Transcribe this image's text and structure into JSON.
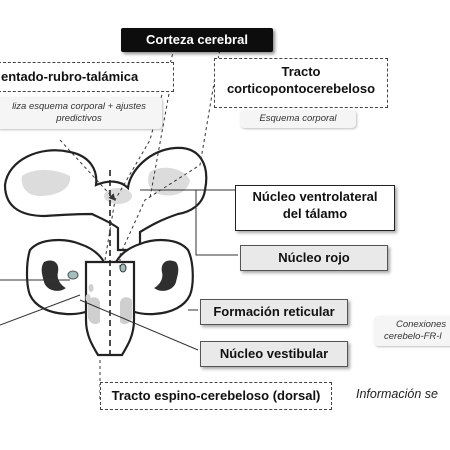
{
  "labels": {
    "corteza": "Corteza cerebral",
    "dentado": "entado-rubro-talámica",
    "tracto_cp_line1": "Tracto",
    "tracto_cp_line2": "corticopontocerebeloso",
    "nucleo_vl_line1": "Núcleo ventrolateral",
    "nucleo_vl_line2": "del tálamo",
    "nucleo_rojo": "Núcleo rojo",
    "formacion": "Formación reticular",
    "vestibular": "Núcleo vestibular",
    "espino": "Tracto espino-cerebeloso (dorsal)"
  },
  "notes": {
    "dentado_note_line1": "liza esquema corporal + ajustes",
    "dentado_note_line2": "predictivos",
    "cp_note": "Esquema corporal",
    "conex_line1": "Conexiones",
    "conex_line2": "cerebelo-FR-l"
  },
  "info": {
    "sensorial": "Información se"
  }
}
